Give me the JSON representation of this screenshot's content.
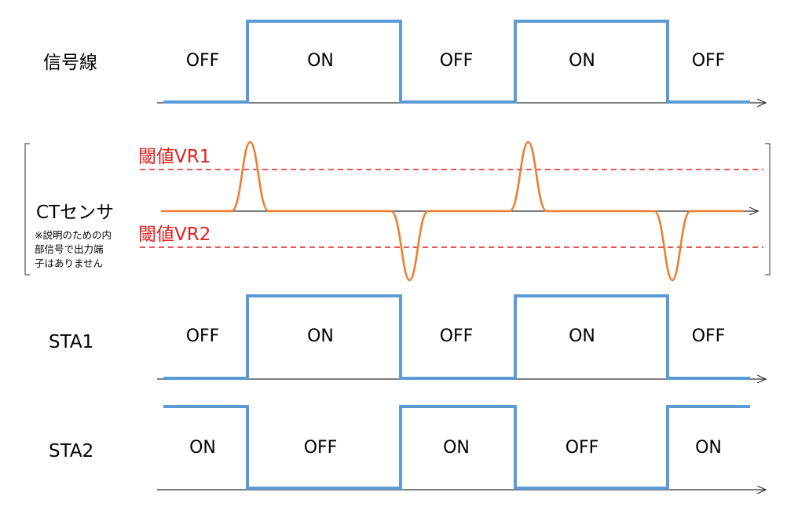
{
  "colors": {
    "digital_wave": "#5B9BD5",
    "sensor_wave": "#ED7D31",
    "threshold": "#E02020",
    "axis": "#333333",
    "text": "#000000"
  },
  "rows": [
    {
      "key": "signal",
      "label": "信号線",
      "states": [
        "OFF",
        "ON",
        "OFF",
        "ON",
        "OFF"
      ]
    },
    {
      "key": "sta1",
      "label": "STA1",
      "states": [
        "OFF",
        "ON",
        "OFF",
        "ON",
        "OFF"
      ]
    },
    {
      "key": "sta2",
      "label": "STA2",
      "states": [
        "ON",
        "OFF",
        "ON",
        "OFF",
        "ON"
      ]
    }
  ],
  "ct_sensor": {
    "label": "CTセンサ",
    "note_lines": [
      "※説明のための内",
      "部信号で出力端",
      "子はありません"
    ],
    "threshold_high": "閾値VR1",
    "threshold_low": "閾値VR2"
  }
}
